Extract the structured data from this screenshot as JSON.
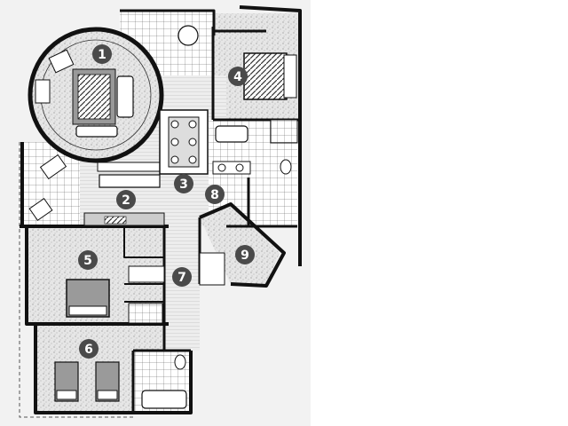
{
  "floor_plan": {
    "rooms": [
      {
        "id": "room-1",
        "label": "1"
      },
      {
        "id": "room-2",
        "label": "2"
      },
      {
        "id": "room-3",
        "label": "3"
      },
      {
        "id": "room-4",
        "label": "4"
      },
      {
        "id": "room-5",
        "label": "5"
      },
      {
        "id": "room-6",
        "label": "6"
      },
      {
        "id": "room-7",
        "label": "7"
      },
      {
        "id": "room-8",
        "label": "8"
      },
      {
        "id": "room-9",
        "label": "9"
      }
    ],
    "colors": {
      "wall": "#111111",
      "floor_speckle": "#d9d9d9",
      "tile": "#ffffff",
      "marker": "#4a4a4a",
      "marker_text": "#ffffff",
      "paper": "#f2f2f2",
      "background": "#ffffff"
    }
  }
}
